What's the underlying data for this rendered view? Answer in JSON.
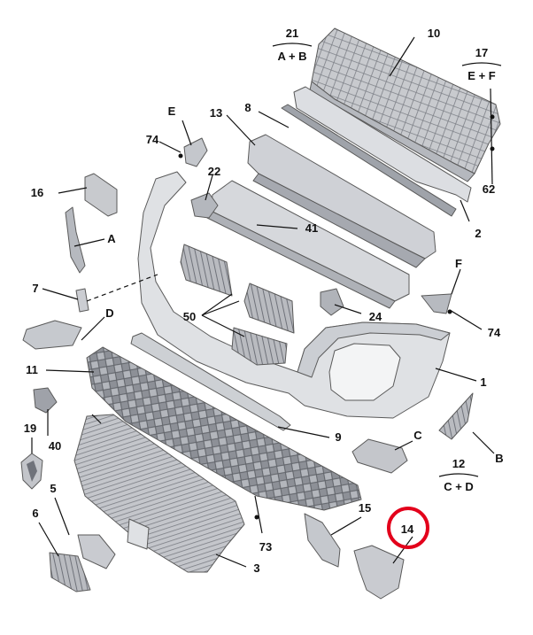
{
  "callouts": {
    "c1": "1",
    "c2": "2",
    "c3": "3",
    "c5": "5",
    "c6": "6",
    "c7": "7",
    "c8": "8",
    "c9": "9",
    "c10": "10",
    "c11": "11",
    "c12": "12",
    "c12_sub": "C + D",
    "c13": "13",
    "c14": "14",
    "c15": "15",
    "c16": "16",
    "c17": "17",
    "c17_sub": "E + F",
    "c19": "19",
    "c21": "21",
    "c21_sub": "A + B",
    "c22": "22",
    "c24": "24",
    "c40": "40",
    "c41": "41",
    "c50": "50",
    "c62": "62",
    "c73": "73",
    "c74a": "74",
    "c74b": "74",
    "cA": "A",
    "cB": "B",
    "cC": "C",
    "cD": "D",
    "cE": "E",
    "cF": "F"
  },
  "highlight": {
    "part": "14",
    "color": "#e3001b"
  },
  "colors": {
    "part_fill": "#d3d5d9",
    "part_dark": "#a9acb2",
    "part_light": "#e7e8eb",
    "line": "#111111"
  }
}
